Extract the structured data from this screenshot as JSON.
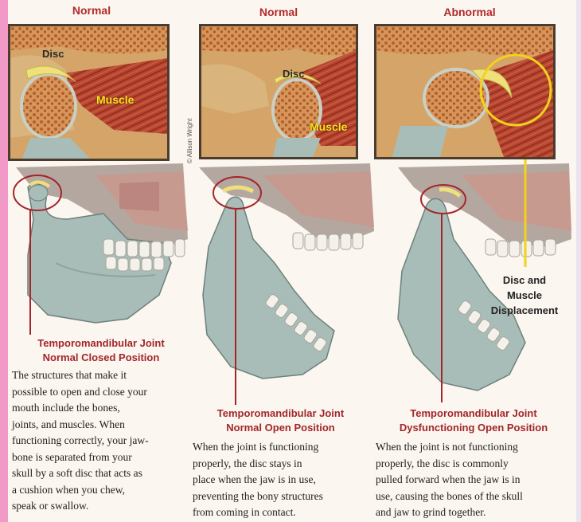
{
  "panels": [
    {
      "tag": "Normal",
      "inset_labels": {
        "disc": "Disc",
        "muscle": "Muscle"
      },
      "heading_line1": "Temporomandibular Joint",
      "heading_line2": "Normal Closed Position",
      "body_lines": [
        "The structures that make it",
        "possible to open and close your",
        "mouth include the bones,",
        "joints, and muscles. When",
        "functioning correctly, your jaw-",
        "bone is separated from your",
        "skull by a soft disc that acts as",
        "a cushion when you chew,",
        "speak or swallow."
      ]
    },
    {
      "tag": "Normal",
      "inset_labels": {
        "disc": "Disc",
        "muscle": "Muscle"
      },
      "heading_line1": "Temporomandibular Joint",
      "heading_line2": "Normal Open Position",
      "body_lines": [
        "When the joint is functioning",
        "properly, the disc stays in",
        "place when the jaw is in use,",
        "preventing the bony structures",
        "from coming in contact."
      ]
    },
    {
      "tag": "Abnormal",
      "heading_line1": "Temporomandibular Joint",
      "heading_line2": "Dysfunctioning Open Position",
      "body_lines": [
        "When the joint is not functioning",
        "properly, the disc is commonly",
        "pulled forward when the jaw is in",
        "use, causing the bones of the skull",
        "and jaw to grind together."
      ]
    }
  ],
  "callout_lines": [
    "Disc and",
    "Muscle",
    "Displacement"
  ],
  "credit": "© Allison Wright",
  "colors": {
    "heading_red": "#a3262b",
    "bone": "#a9bdb8",
    "muscle": "#b8452e",
    "disc": "#efe07a",
    "marrow": "#cf8a4c",
    "callout_yellow": "#f2d21b"
  }
}
